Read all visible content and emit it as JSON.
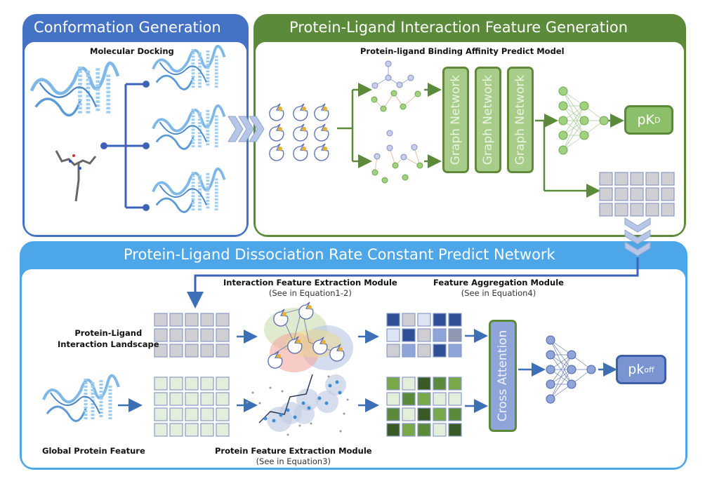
{
  "panels": {
    "conformation": {
      "title": "Conformation Generation",
      "subtitle": "Molecular Docking",
      "color": "#4472c4"
    },
    "interaction": {
      "title": "Protein-Ligand Interaction Feature Generation",
      "subtitle": "Protein-ligand Binding Affinity Predict Model",
      "color": "#5b8a3a",
      "graph_network_label": "Graph Network",
      "graph_network_count": 3,
      "output_main": "pK",
      "output_sub": "D"
    },
    "dissociation": {
      "title": "Protein-Ligand Dissociation Rate Constant Predict Network",
      "color": "#4da6e8",
      "interaction_module": "Interaction Feature Extraction Module",
      "interaction_module_ref": "(See in Equation1-2)",
      "aggregation_module": "Feature Aggregation Module",
      "aggregation_module_ref": "(See in Equation4)",
      "landscape_line1": "Protein-Ligand",
      "landscape_line2": "Interaction Landscape",
      "global_protein": "Global Protein Feature",
      "protein_module": "Protein Feature Extraction Module",
      "protein_module_ref": "(See in Equation3)",
      "cross_attention": "Cross Attention",
      "output_main": "pk",
      "output_sub": "off"
    }
  },
  "grids": {
    "blue_aggregated": [
      [
        "#2f4f96",
        "#cfcfd3",
        "#dce3f3",
        "#2f4f96",
        "#2f4f96"
      ],
      [
        "#dce3f3",
        "#2f4f96",
        "#cfcfd3",
        "#8fa4d8",
        "#8e98b0"
      ],
      [
        "#cfcfd3",
        "#8fa4d8",
        "#cfcfd3",
        "#2f4f96",
        "#8fa4d8"
      ]
    ],
    "green_aggregated": [
      [
        "#78a84a",
        "#e3eedb",
        "#3a5a25",
        "#5a8a3a",
        "#78a84a"
      ],
      [
        "#e3eedb",
        "#5a8a3a",
        "#78a84a",
        "#e3eedb",
        "#e3eedb"
      ],
      [
        "#5a8a3a",
        "#e3eedb",
        "#3a5a25",
        "#78a84a",
        "#5a8a3a"
      ],
      [
        "#3a5a25",
        "#78a84a",
        "#5a8a3a",
        "#e3eedb",
        "#3a5a25"
      ]
    ]
  }
}
